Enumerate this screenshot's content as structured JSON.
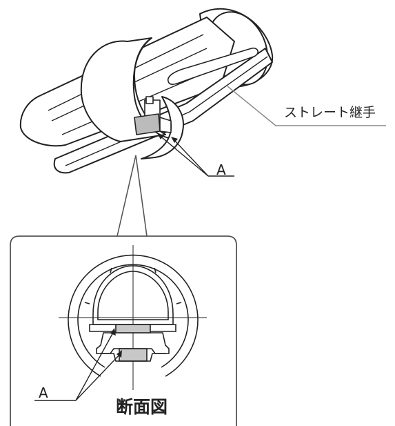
{
  "labels": {
    "straight_joint": "ストレート継手",
    "marker_a_top": "A",
    "marker_a_bottom": "A",
    "cross_section": "断面図"
  },
  "colors": {
    "line": "#222222",
    "leader": "#888888",
    "pad_fill": "#c8c8c8",
    "frame": "#555555"
  }
}
